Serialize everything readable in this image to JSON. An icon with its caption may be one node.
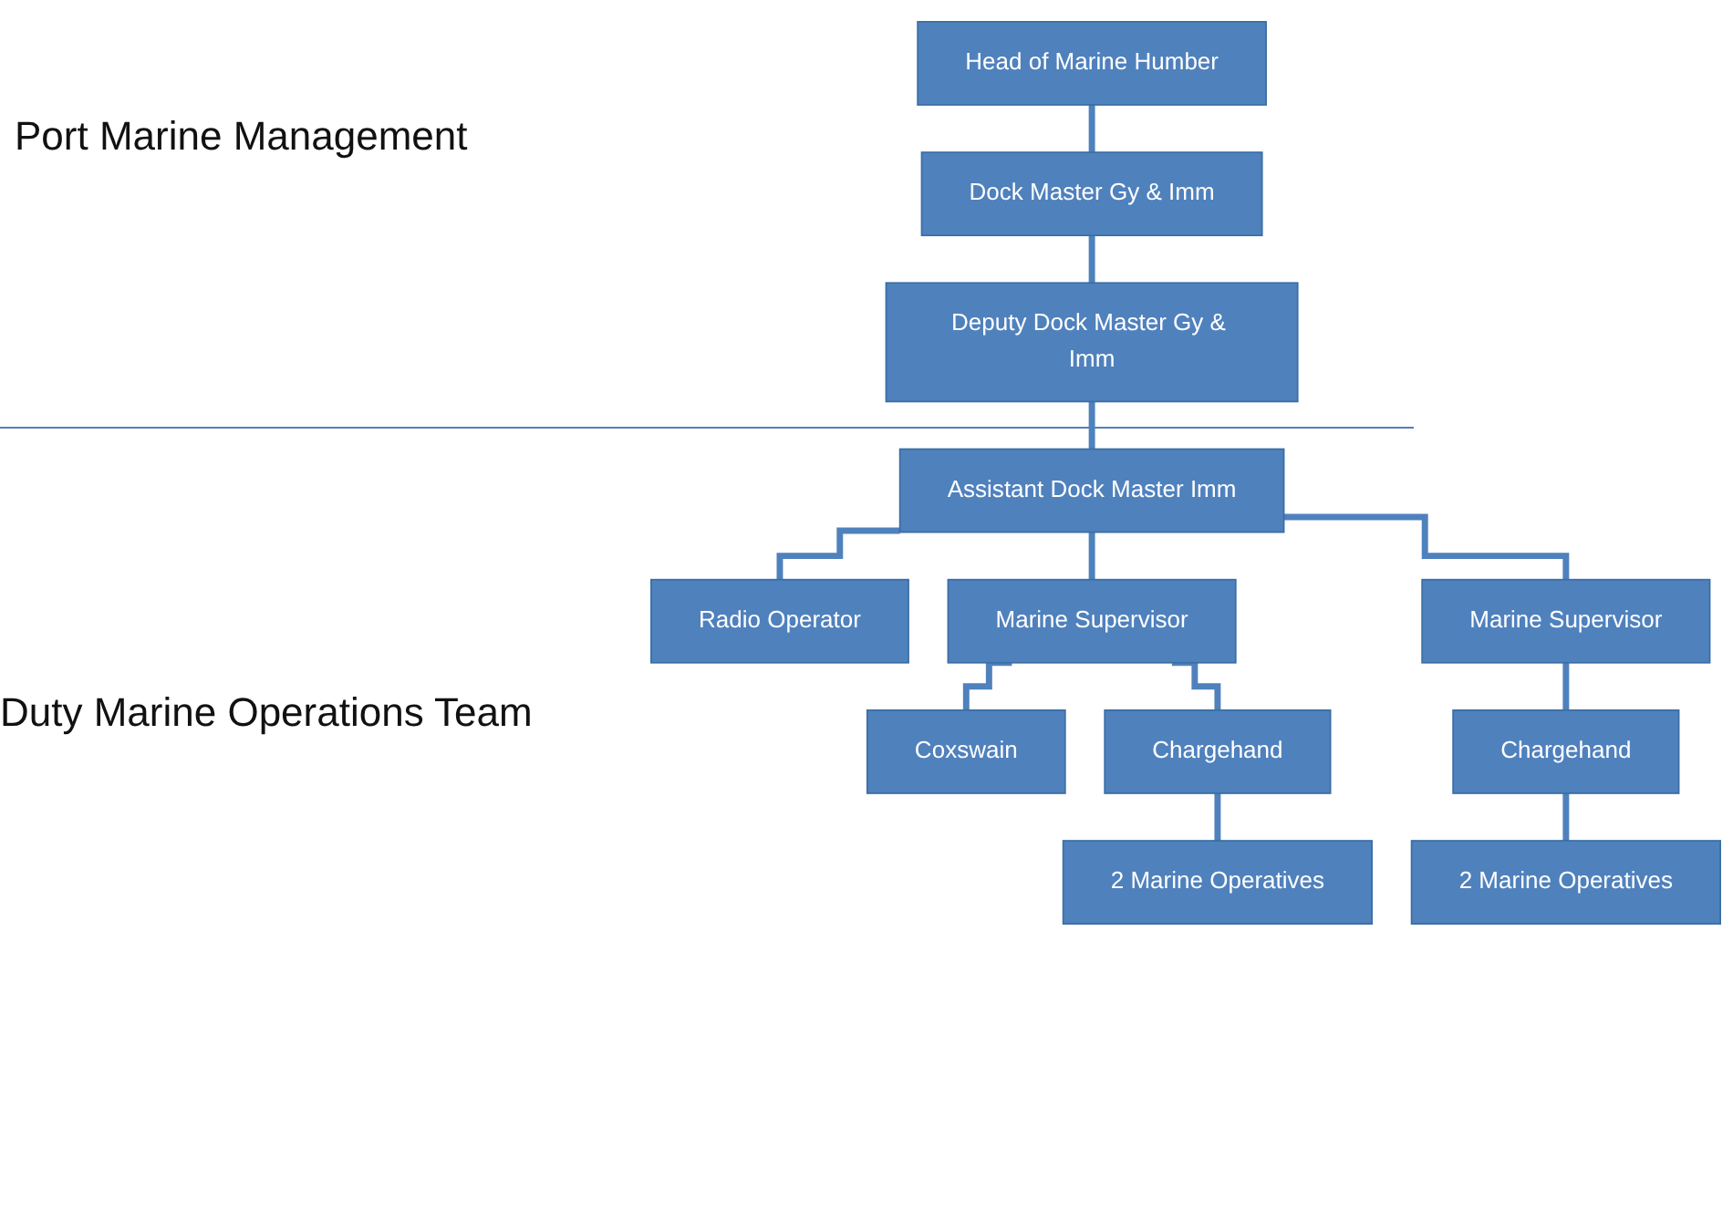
{
  "diagram": {
    "nodes": [
      {
        "text": [
          "Head of Marine Humber"
        ]
      },
      {
        "text": [
          "Dock Master Gy & Imm"
        ]
      },
      {
        "text": [
          "Deputy Dock Master Gy & Imm"
        ]
      },
      {
        "text": [
          "Assistant Dock Master Imm"
        ]
      },
      {
        "text": [
          "Radio Operator"
        ]
      },
      {
        "text": [
          "Marine Supervisor"
        ]
      },
      {
        "text": [
          "Marine Supervisor"
        ]
      },
      {
        "text": [
          "Coxswain"
        ]
      },
      {
        "text": [
          "Chargehand"
        ]
      },
      {
        "text": [
          "Chargehand"
        ]
      },
      {
        "text": [
          "2 Marine Operatives"
        ]
      },
      {
        "text": [
          "2 Marine Operatives"
        ]
      }
    ],
    "edges": [
      {
        "from": 0,
        "to": 1,
        "arrow": "none"
      },
      {
        "from": 1,
        "to": 2,
        "arrow": "none"
      },
      {
        "from": 2,
        "to": 3,
        "arrow": "none"
      },
      {
        "from": 3,
        "to": 4,
        "arrow": "none"
      },
      {
        "from": 3,
        "to": 5,
        "arrow": "none"
      },
      {
        "from": 3,
        "to": 6,
        "arrow": "none"
      },
      {
        "from": 5,
        "to": 7,
        "arrow": "none"
      },
      {
        "from": 5,
        "to": 8,
        "arrow": "none"
      },
      {
        "from": 6,
        "to": 9,
        "arrow": "none"
      },
      {
        "from": 8,
        "to": 10,
        "arrow": "none"
      },
      {
        "from": 9,
        "to": 11,
        "arrow": "none"
      }
    ],
    "labels": [
      "Port Marine Management",
      "Duty Marine Operations Team"
    ]
  }
}
